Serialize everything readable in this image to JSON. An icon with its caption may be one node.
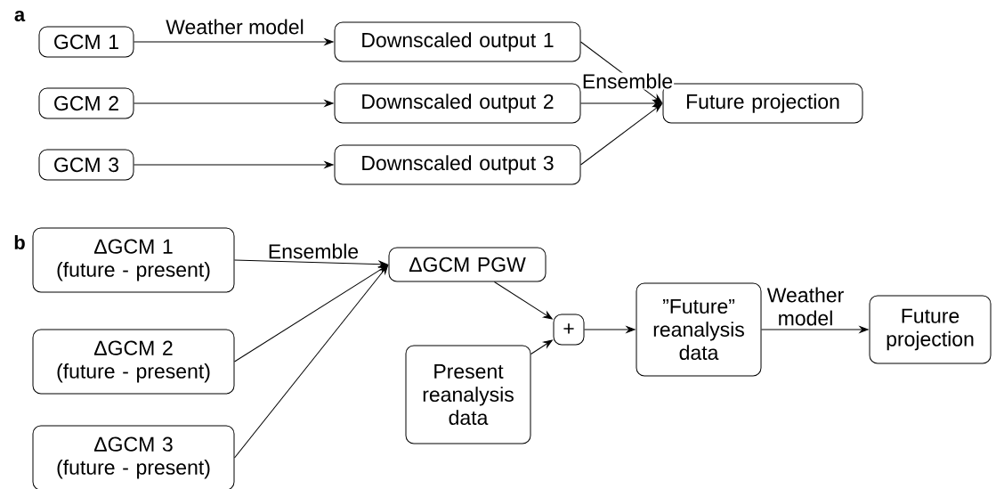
{
  "diagram": {
    "nodes": [
      {
        "text": [
          "GCM 1"
        ]
      },
      {
        "text": [
          "Downscaled output 1"
        ]
      },
      {
        "text": [
          "GCM 2"
        ]
      },
      {
        "text": [
          "Downscaled output 2"
        ]
      },
      {
        "text": [
          "GCM 3"
        ]
      },
      {
        "text": [
          "Downscaled output 3"
        ]
      },
      {
        "text": [
          "Future projection"
        ]
      },
      {
        "text": [
          "ΔGCM 1",
          "(future - present)"
        ]
      },
      {
        "text": [
          "ΔGCM 2",
          "(future - present)"
        ]
      },
      {
        "text": [
          "ΔGCM 3",
          "(future - present)"
        ]
      },
      {
        "text": [
          "ΔGCM PGW"
        ]
      },
      {
        "text": [
          "+"
        ]
      },
      {
        "text": [
          "Present reanalysis data"
        ]
      },
      {
        "text": [
          "”Future” reanalysis data"
        ]
      },
      {
        "text": [
          "Future projection"
        ]
      }
    ],
    "edges": [
      {
        "from": 0,
        "to": 1,
        "arrow": "to",
        "label": "Weather model"
      },
      {
        "from": 2,
        "to": 3,
        "arrow": "to"
      },
      {
        "from": 4,
        "to": 5,
        "arrow": "to"
      },
      {
        "from": 1,
        "to": 6,
        "arrow": "to",
        "label": "Ensemble"
      },
      {
        "from": 3,
        "to": 6,
        "arrow": "to"
      },
      {
        "from": 5,
        "to": 6,
        "arrow": "to"
      },
      {
        "from": 7,
        "to": 10,
        "arrow": "to",
        "label": "Ensemble"
      },
      {
        "from": 8,
        "to": 10,
        "arrow": "to"
      },
      {
        "from": 9,
        "to": 10,
        "arrow": "to"
      },
      {
        "from": 10,
        "to": 11,
        "arrow": "to"
      },
      {
        "from": 12,
        "to": 11,
        "arrow": "to"
      },
      {
        "from": 11,
        "to": 13,
        "arrow": "to"
      },
      {
        "from": 13,
        "to": 14,
        "arrow": "to",
        "label": "Weather model"
      }
    ],
    "labels": [
      "a",
      "b"
    ]
  }
}
